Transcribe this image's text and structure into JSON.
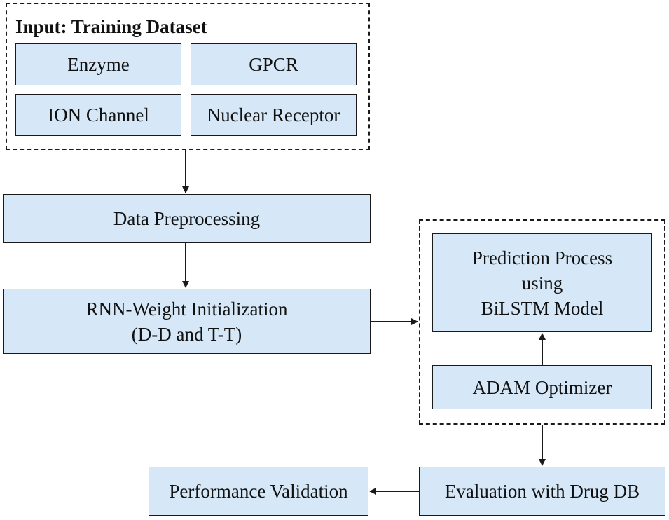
{
  "input_group": {
    "title": "Input: Training Dataset",
    "items": [
      "Enzyme",
      "GPCR",
      "ION Channel",
      "Nuclear Receptor"
    ]
  },
  "steps": {
    "preprocessing": "Data Preprocessing",
    "rnn_init_line1": "RNN-Weight Initialization",
    "rnn_init_line2": "(D-D and T-T)",
    "prediction_line1": "Prediction Process",
    "prediction_line2": "using",
    "prediction_line3": "BiLSTM Model",
    "optimizer": "ADAM Optimizer",
    "evaluation": "Evaluation with Drug DB",
    "validation": "Performance Validation"
  },
  "colors": {
    "box_fill": "#d6e8f7",
    "line": "#1a1a1a"
  }
}
